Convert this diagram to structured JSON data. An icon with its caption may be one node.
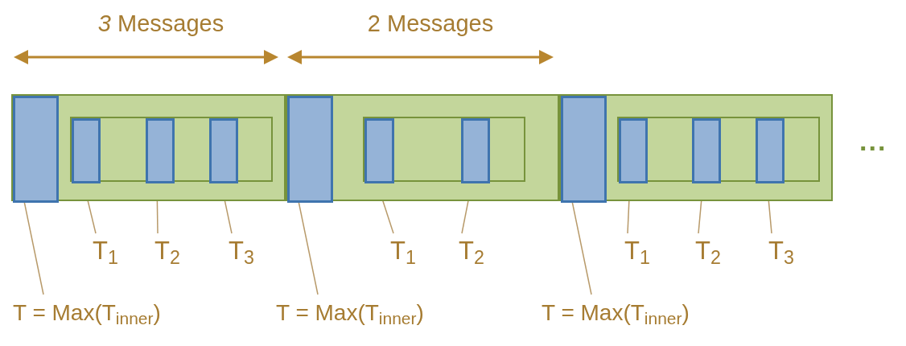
{
  "diagram": {
    "nodes": [
      {
        "text": [],
        "shape": "box"
      },
      {
        "text": [],
        "shape": "box",
        "in": 0
      },
      {
        "text": [],
        "shape": "box",
        "in": 0
      },
      {
        "text": [],
        "shape": "box",
        "in": 2
      },
      {
        "text": [],
        "shape": "box",
        "in": 2
      },
      {
        "text": [],
        "shape": "box",
        "in": 2
      },
      {
        "text": [],
        "shape": "box"
      },
      {
        "text": [],
        "shape": "box",
        "in": 6
      },
      {
        "text": [],
        "shape": "box",
        "in": 6
      },
      {
        "text": [],
        "shape": "box",
        "in": 8
      },
      {
        "text": [],
        "shape": "box",
        "in": 8
      },
      {
        "text": [],
        "shape": "box"
      },
      {
        "text": [],
        "shape": "box",
        "in": 11
      },
      {
        "text": [],
        "shape": "box",
        "in": 11
      },
      {
        "text": [],
        "shape": "box",
        "in": 13
      },
      {
        "text": [],
        "shape": "box",
        "in": 13
      },
      {
        "text": [],
        "shape": "box",
        "in": 13
      },
      {
        "text": [
          "T$_{1}$"
        ]
      },
      {
        "text": [
          "T$_{2}$"
        ]
      },
      {
        "text": [
          "T$_{3}$"
        ]
      },
      {
        "text": [
          "T$_{1}$"
        ]
      },
      {
        "text": [
          "T$_{2}$"
        ]
      },
      {
        "text": [
          "T$_{1}$"
        ]
      },
      {
        "text": [
          "T$_{2}$"
        ]
      },
      {
        "text": [
          "T$_{3}$"
        ]
      },
      {
        "text": [
          "T = Max(T$_{inner}$)"
        ]
      },
      {
        "text": [
          "T = Max(T$_{inner}$)"
        ]
      },
      {
        "text": [
          "T = Max(T$_{inner}$)"
        ]
      }
    ],
    "edges": [
      {
        "from": 17,
        "to": 3,
        "arrow": "none"
      },
      {
        "from": 18,
        "to": 4,
        "arrow": "none"
      },
      {
        "from": 19,
        "to": 5,
        "arrow": "none"
      },
      {
        "from": 20,
        "to": 9,
        "arrow": "none"
      },
      {
        "from": 21,
        "to": 10,
        "arrow": "none"
      },
      {
        "from": 22,
        "to": 14,
        "arrow": "none"
      },
      {
        "from": 23,
        "to": 15,
        "arrow": "none"
      },
      {
        "from": 24,
        "to": 16,
        "arrow": "none"
      },
      {
        "from": 25,
        "to": 1,
        "arrow": "none"
      },
      {
        "from": 26,
        "to": 7,
        "arrow": "none"
      },
      {
        "from": 27,
        "to": 12,
        "arrow": "none"
      }
    ],
    "labels": [
      "*3* Messages",
      "2 Messages",
      "..."
    ]
  }
}
